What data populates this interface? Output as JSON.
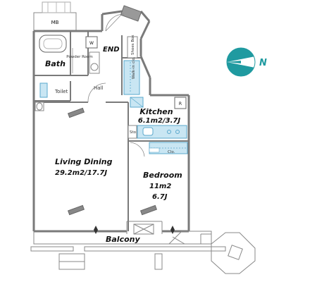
{
  "rooms": {
    "mb": "MB",
    "w": "W",
    "end": "END",
    "bath": "Bath",
    "powder_room": "Powder Room",
    "shoes_box": "Shoes Box",
    "walk_in_clo": "Walk-in clo.",
    "toilet": "Toilet",
    "hall": "Hall",
    "kitchen": "Kitchen",
    "kitchen_area": "6.1m2/3.7J",
    "r": "R",
    "sto": "Sto",
    "clo": "Clo.",
    "living_dining": "Living Dining",
    "living_dining_area": "29.2m2/17.7J",
    "bedroom": "Bedroom",
    "bedroom_area_m2": "11m2",
    "bedroom_area_j": "6.7J",
    "balcony": "Balcony"
  },
  "compass": {
    "label": "N"
  },
  "colors": {
    "fixture_blue": "#c9e6f3",
    "fixture_line": "#5aa8cc",
    "compass": "#1f9aa0",
    "wall": "#7a7a7a"
  }
}
